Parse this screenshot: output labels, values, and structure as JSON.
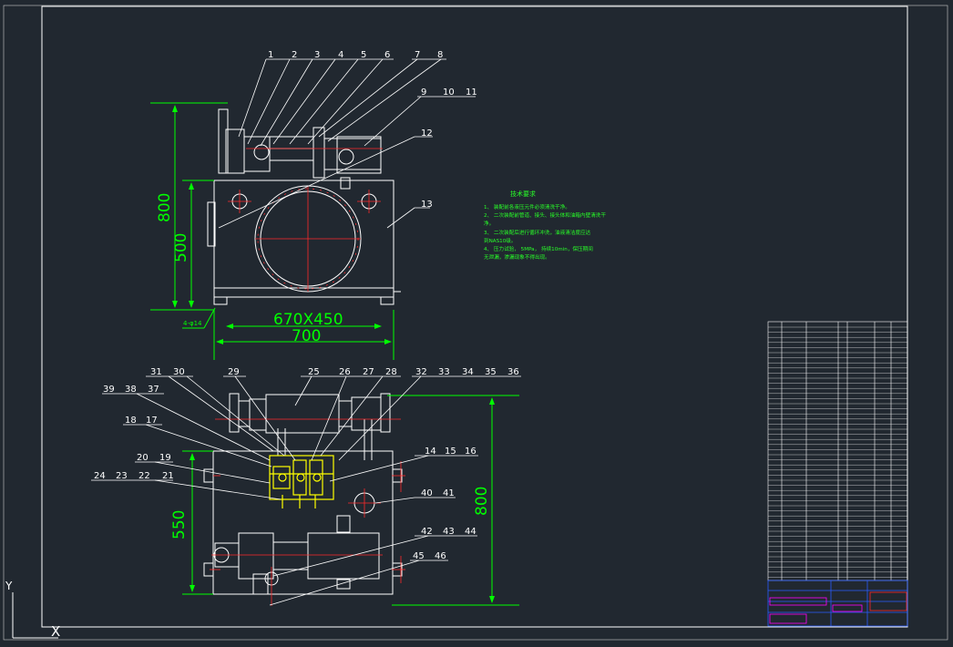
{
  "colors": {
    "background": "#212830",
    "line": "#ffffff",
    "dimension": "#00ff00",
    "center_line": "#ff2a2a",
    "notes": "#28ff28",
    "valve": "#ffff00",
    "title_block_accent": "#ff00ff",
    "title_block_line": "#2a5cff"
  },
  "dimensions": {
    "height_total_top": "800",
    "height_tank": "500",
    "tank_size": "670X450",
    "width_total": "700",
    "mount_holes": "4-φ14",
    "height_total_plan": "800",
    "width_plan": "550"
  },
  "part_numbers_top": [
    "1",
    "2",
    "3",
    "4",
    "5",
    "6",
    "7",
    "8",
    "9",
    "10",
    "11",
    "12",
    "13"
  ],
  "part_numbers_plan": [
    "14",
    "15",
    "16",
    "17",
    "18",
    "19",
    "20",
    "21",
    "22",
    "23",
    "24",
    "25",
    "26",
    "27",
    "28",
    "29",
    "30",
    "31",
    "32",
    "33",
    "34",
    "35",
    "36",
    "37",
    "38",
    "39",
    "40",
    "41",
    "42",
    "43",
    "44",
    "45",
    "46"
  ],
  "technical_notes": {
    "title": "技术要求",
    "items": [
      "1、 装配前各液压元件必须清洗干净。",
      "2、 二次装配前管道、接头、接头体和油箱内壁清洗干",
      "净。",
      "3、 二次装配后进行循环冲洗，油液清洁度应达",
      "到NAS10级。",
      "4、 压力试验， 5MPa， 持续10min，保压期间",
      "无泄漏，渗漏现象不得出现。"
    ]
  },
  "ucs": {
    "y_label": "Y",
    "x_label": "X"
  }
}
